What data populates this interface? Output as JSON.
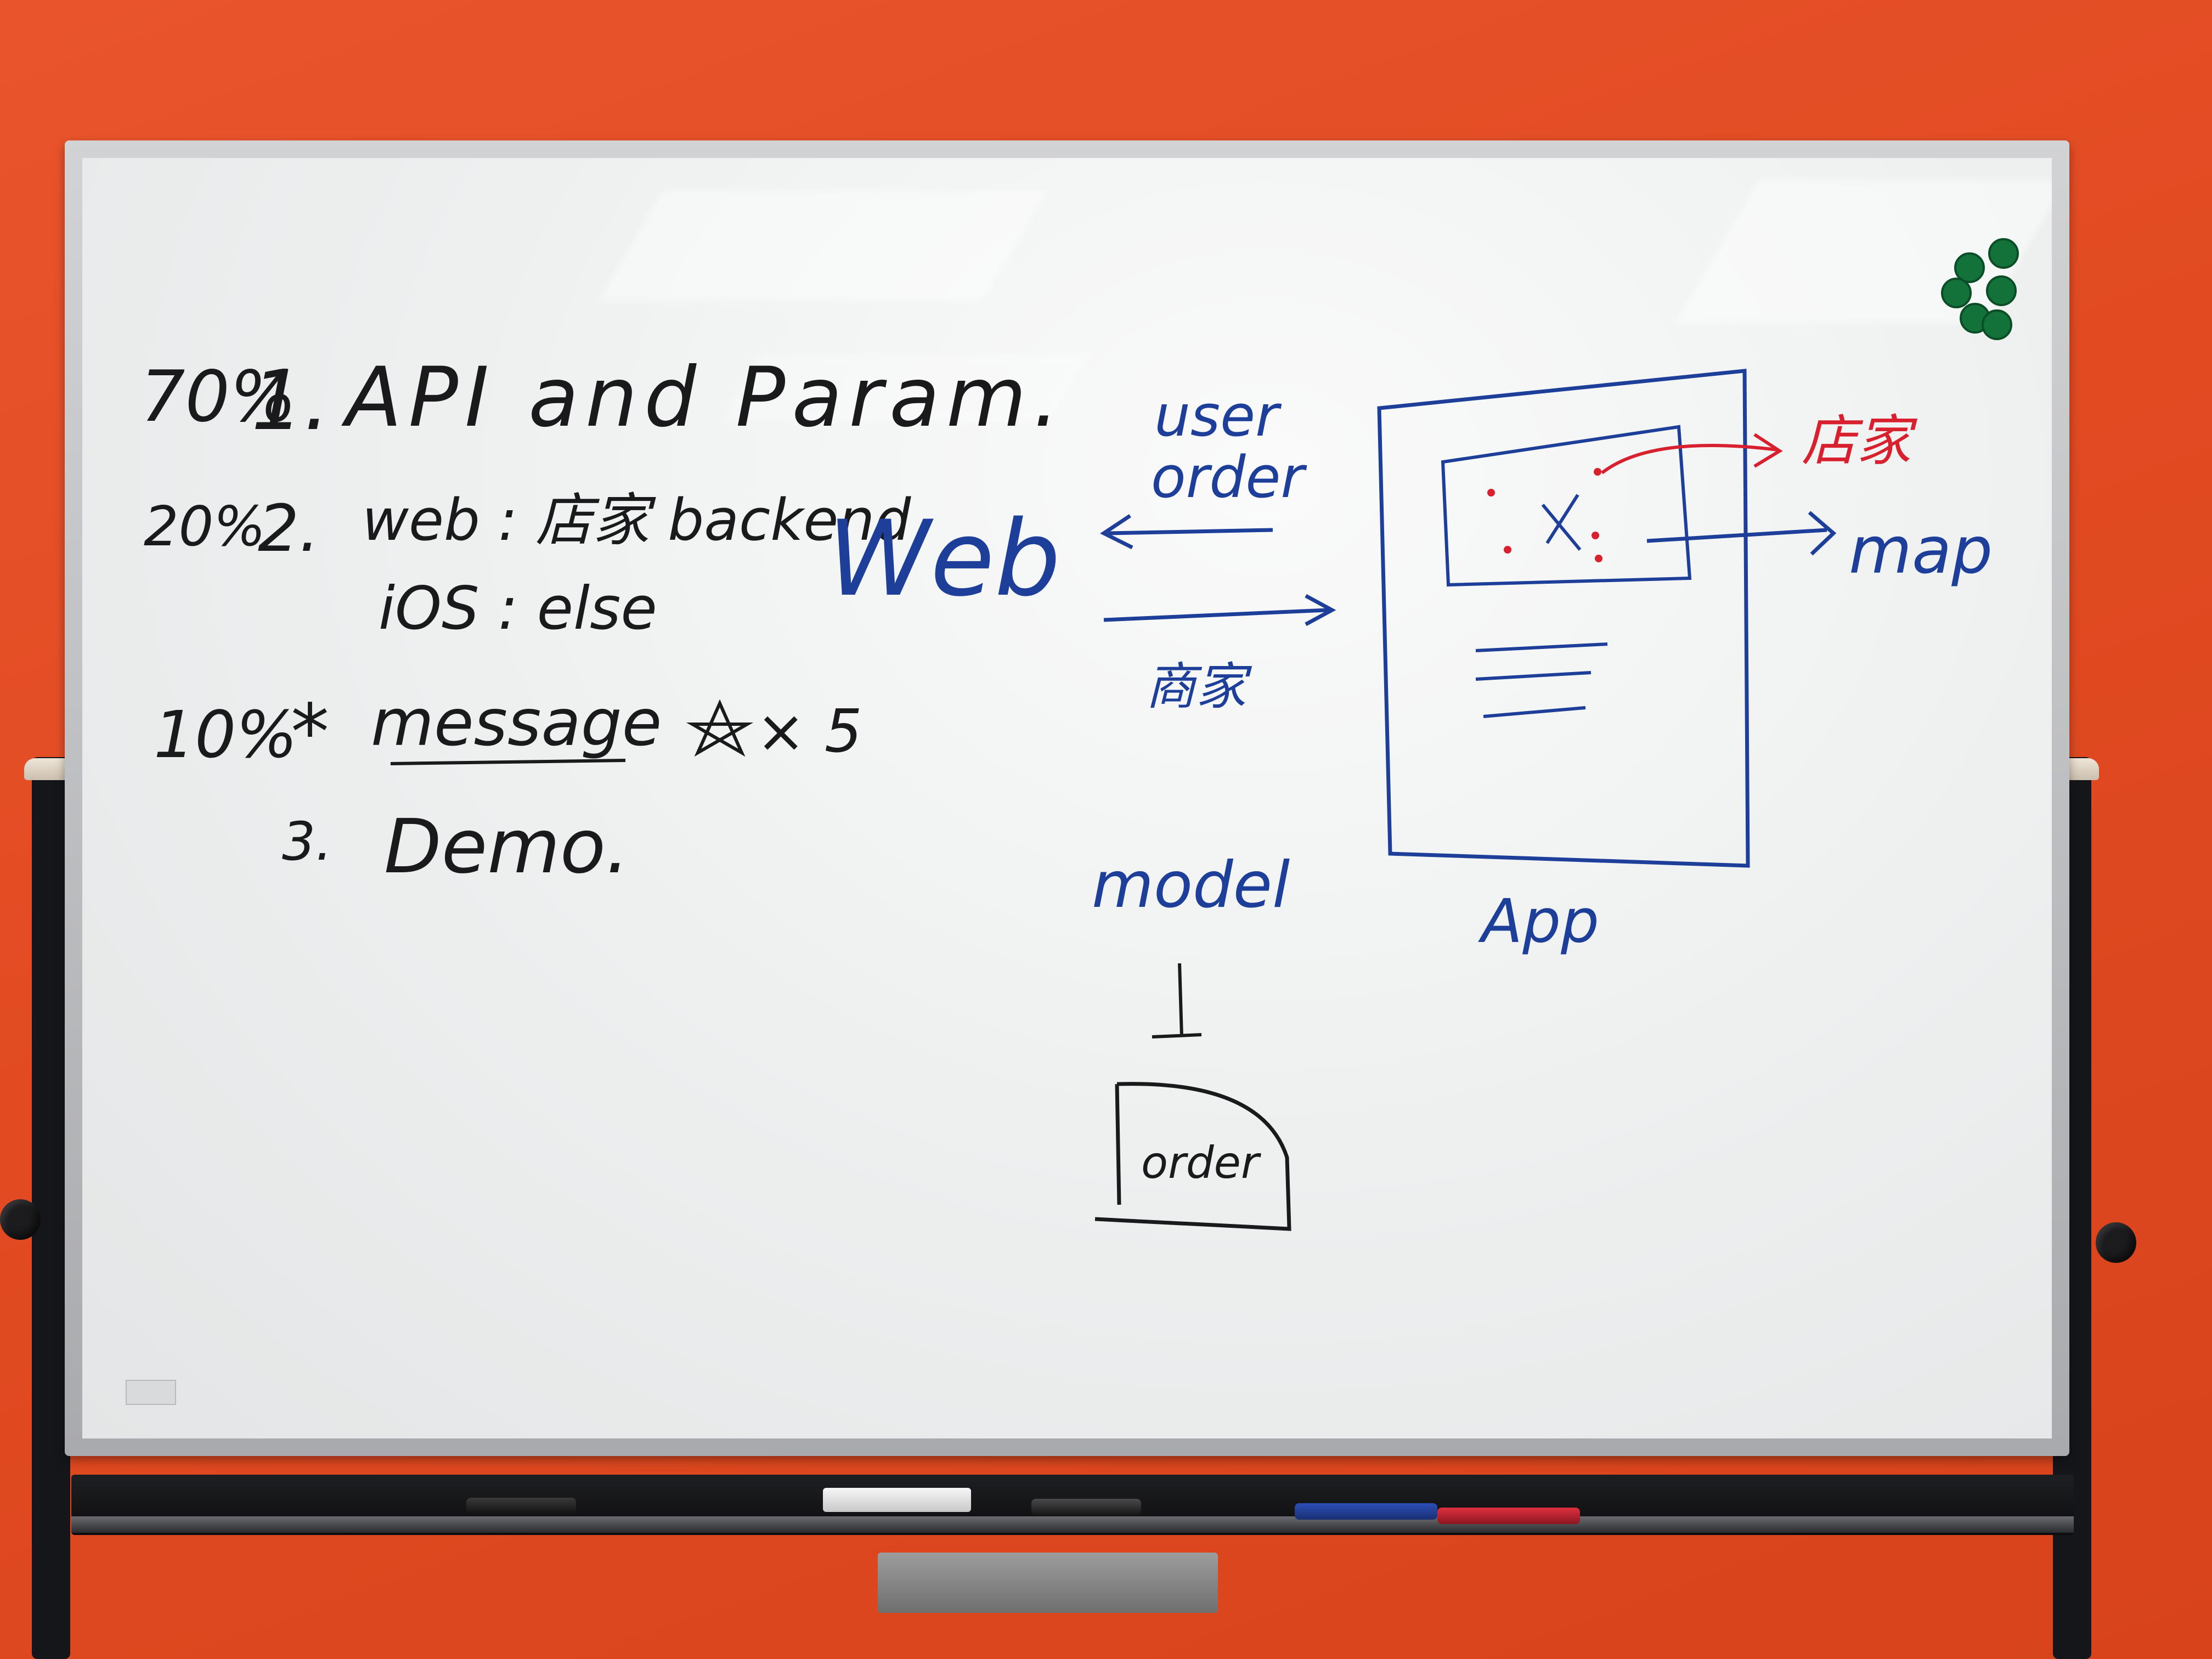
{
  "agenda": {
    "item1": {
      "percent": "70%",
      "number": "1.",
      "text": "API and Param."
    },
    "item2": {
      "percent": "20%",
      "number": "2.",
      "web_line": "web : 店家 backend",
      "ios_line": "iOS : else"
    },
    "item_star": {
      "percent": "10%",
      "marker": "*",
      "text": "message",
      "suffix": "× 5"
    },
    "item3": {
      "number": "3.",
      "text": "Demo."
    }
  },
  "diagram": {
    "web_label": "Web",
    "arrow_top_label_1": "user",
    "arrow_top_label_2": "order",
    "arrow_bottom_label": "商家",
    "app_label": "App",
    "map_label": "map",
    "store_label": "店家",
    "model_label": "model",
    "db_label": "order"
  },
  "colors": {
    "wall": "#e24b22",
    "ink_black": "#1a1a1c",
    "ink_blue": "#1d3f9a",
    "ink_red": "#d8202e",
    "magnet": "#12723a"
  }
}
